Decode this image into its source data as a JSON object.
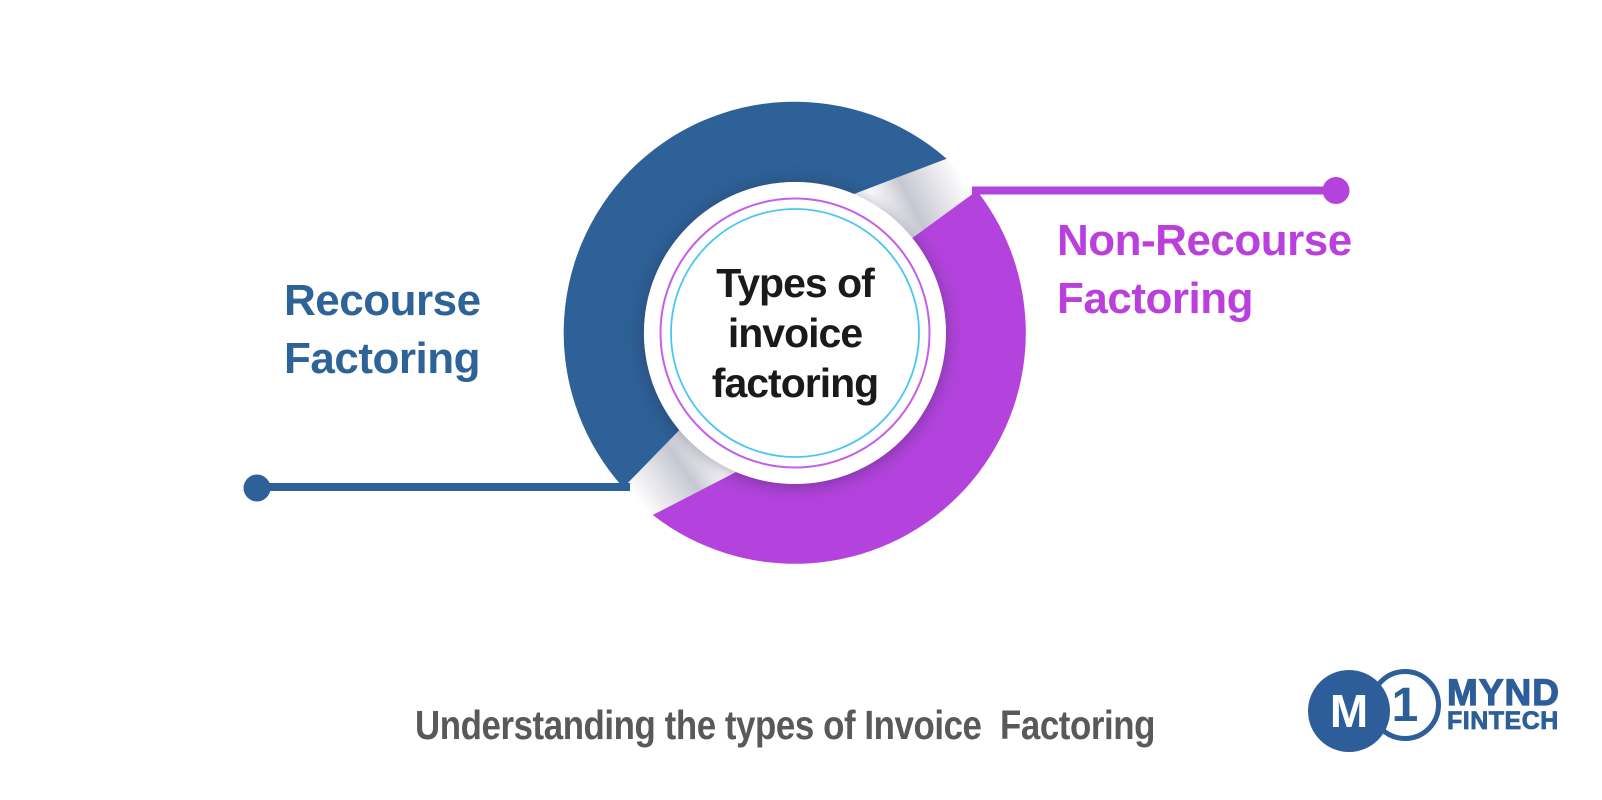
{
  "colors": {
    "blue": "#2d6197",
    "purple": "#b443de",
    "label_blue": "#2e6398",
    "label_purple": "#bb3fdd",
    "ring_magenta": "#c55fe8",
    "ring_cyan": "#4ac7f0",
    "center_text": "#1a1a1a",
    "caption_gray": "#595959",
    "logo_blue": "#2e5e99"
  },
  "diagram": {
    "center": {
      "line1": "Types of",
      "line2": "invoice",
      "line3": "factoring"
    },
    "segments": {
      "recourse": {
        "line1": "Recourse",
        "line2": "Factoring"
      },
      "non_recourse": {
        "line1": "Non-Recourse",
        "line2": "Factoring"
      }
    }
  },
  "caption": "Understanding the types of Invoice  Factoring",
  "logo": {
    "monogram": "M",
    "numeral": "1",
    "name": "MYND",
    "subname": "FINTECH"
  }
}
